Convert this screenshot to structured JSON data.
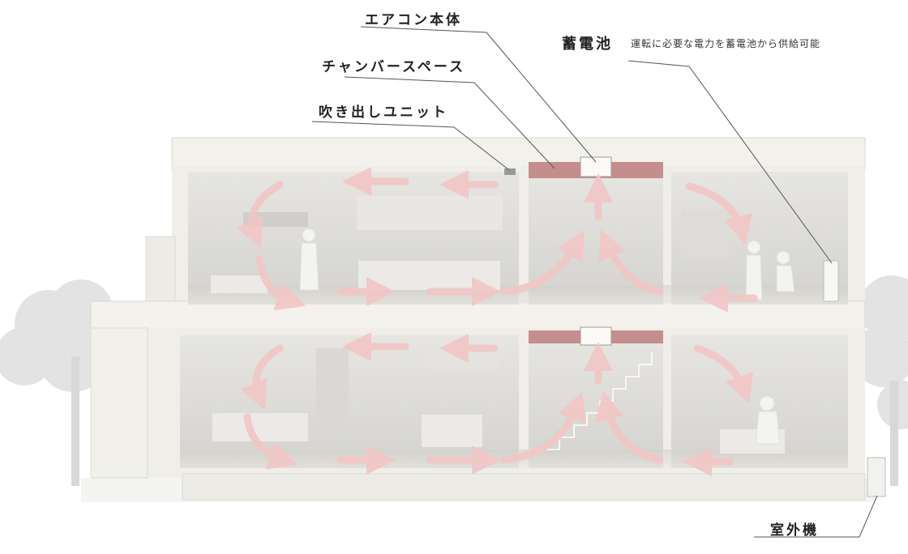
{
  "labels": {
    "aircon_body": "エアコン本体",
    "chamber_space": "チャンバースペース",
    "outlet_unit": "吹き出しユニット",
    "battery": "蓄電池",
    "battery_desc": "運転に必要な電力を蓄電池から供給可能",
    "outdoor_unit": "室外機"
  },
  "colors": {
    "airflow": "#f1c9c9",
    "chamber": "#c58e8e",
    "wall": "#f4f3ee",
    "room_interior": "#dcdbd7",
    "leader_line": "#555555",
    "tree": "#e6e6e6"
  },
  "icons": {
    "trees": "tree-icon",
    "person": "person-icon"
  }
}
